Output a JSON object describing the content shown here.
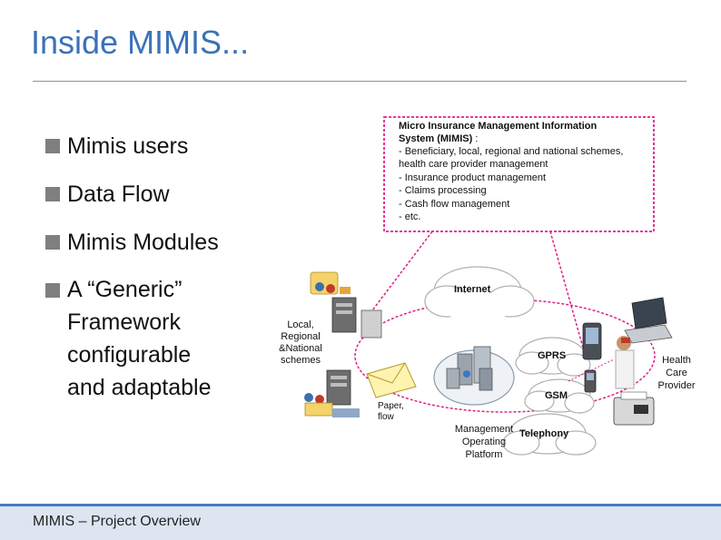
{
  "slide": {
    "title": "Inside MIMIS...",
    "footer": "MIMIS – Project Overview"
  },
  "bullets": [
    {
      "lines": [
        "Mimis users"
      ]
    },
    {
      "lines": [
        "Data Flow"
      ]
    },
    {
      "lines": [
        "Mimis Modules"
      ]
    },
    {
      "lines": [
        "A “Generic”",
        "Framework",
        "configurable",
        "and adaptable"
      ]
    }
  ],
  "diagram": {
    "info_box": {
      "title_line1": "Micro Insurance Management Information",
      "title_line2": "System (MIMIS)",
      "title_suffix": " :",
      "items": [
        "- Beneficiary, local, regional and national schemes,",
        "health care provider management",
        "- Insurance product management",
        "- Claims processing",
        "- Cash flow management",
        "- etc."
      ]
    },
    "clouds": {
      "internet": "Internet",
      "gprs": "GPRS",
      "gsm": "GSM",
      "telephony": "Telephony"
    },
    "labels": {
      "schemes": [
        "Local,",
        "Regional",
        "&National",
        "schemes"
      ],
      "paper_flow": [
        "Paper,",
        "flow"
      ],
      "platform": [
        "Management",
        "Operating",
        "Platform"
      ],
      "provider": [
        "Health",
        "Care",
        "Provider"
      ]
    },
    "colors": {
      "dashed_link": "#e0208a",
      "title": "#3b72b8",
      "footer_bar": "#dde5f1",
      "footer_rule": "#4a7cbf"
    }
  }
}
